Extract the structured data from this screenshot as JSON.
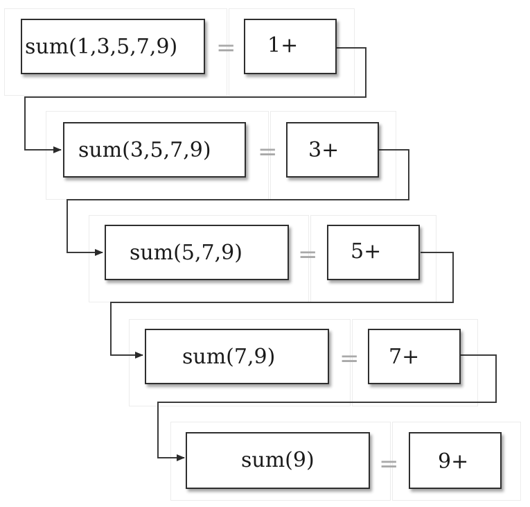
{
  "steps": [
    {
      "call": "sum(1,3,5,7,9)",
      "equals": "=",
      "partial": "1+"
    },
    {
      "call": "sum(3,5,7,9)",
      "equals": "=",
      "partial": "3+"
    },
    {
      "call": "sum(5,7,9)",
      "equals": "=",
      "partial": "5+"
    },
    {
      "call": "sum(7,9)",
      "equals": "=",
      "partial": "7+"
    },
    {
      "call": "sum(9)",
      "equals": "=",
      "partial": "9+"
    }
  ],
  "colors": {
    "box_border": "#2e2e2e",
    "connector": "#3a3a3a",
    "equals": "#a9a9a9"
  }
}
